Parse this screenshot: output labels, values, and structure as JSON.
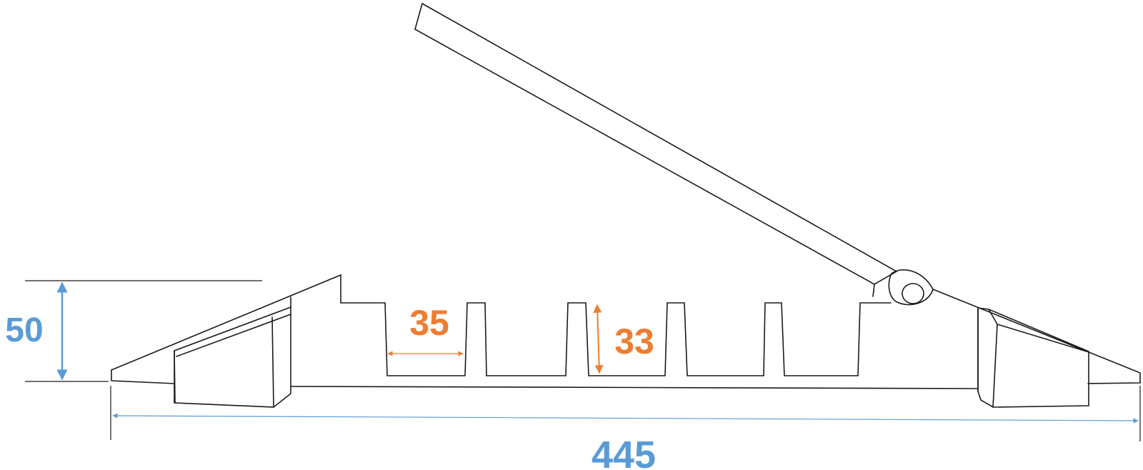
{
  "dimensions": {
    "overall_width": {
      "value": "445",
      "color": "#5b9bd5"
    },
    "overall_height": {
      "value": "50",
      "color": "#5b9bd5"
    },
    "channel_width": {
      "value": "35",
      "color": "#ed7d31"
    },
    "channel_depth": {
      "value": "33",
      "color": "#ed7d31"
    }
  },
  "colors": {
    "outline": "#1a1a1a",
    "dimension_blue": "#5b9bd5",
    "dimension_orange": "#ed7d31"
  }
}
